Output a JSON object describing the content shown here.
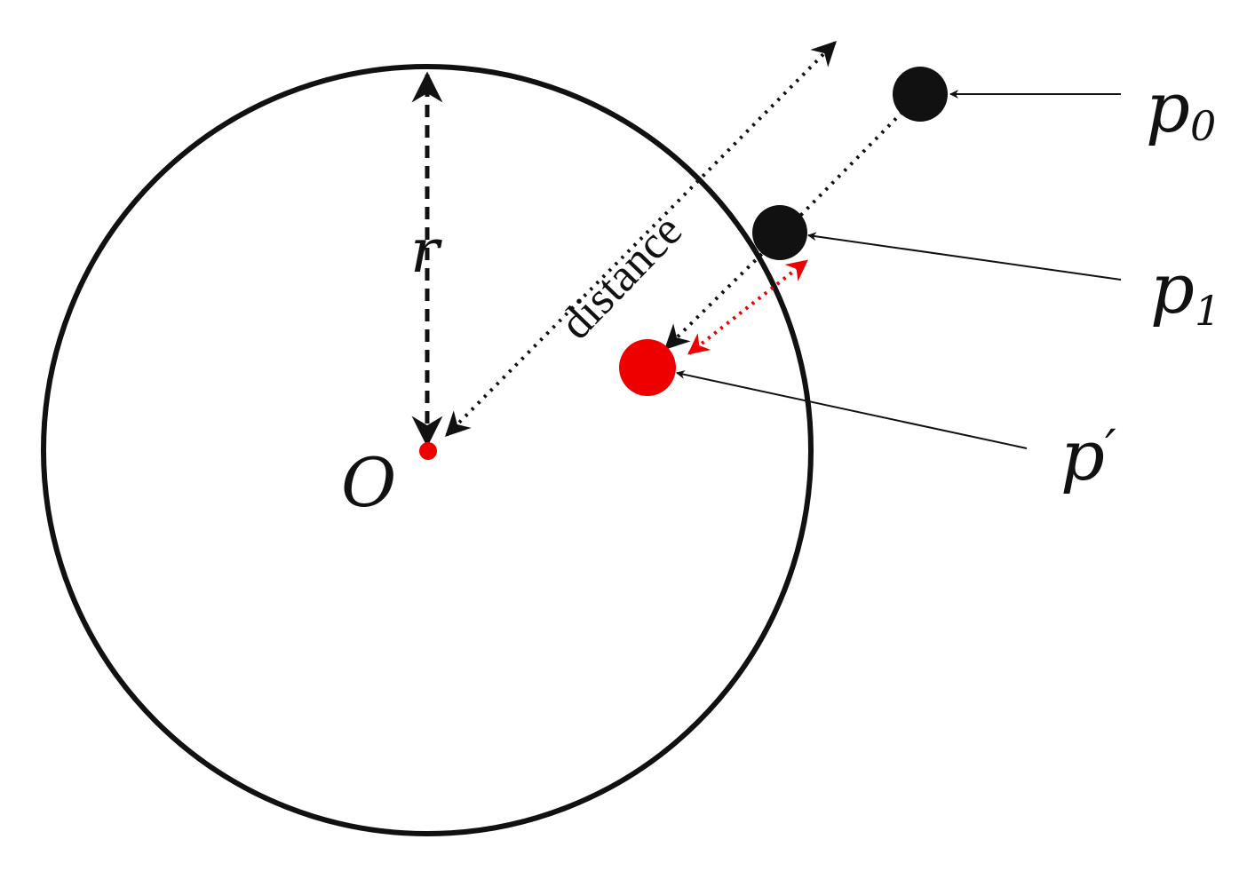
{
  "diagram": {
    "center_label": "O",
    "radius_label": "r",
    "distance_label": "distance",
    "points": {
      "p0": {
        "base": "p",
        "sub": "0"
      },
      "p1": {
        "base": "p",
        "sub": "1"
      },
      "p_prime": {
        "base": "p",
        "sup": "′"
      }
    },
    "colors": {
      "stroke": "#111111",
      "highlight": "#ee0000",
      "background": "#ffffff"
    }
  }
}
